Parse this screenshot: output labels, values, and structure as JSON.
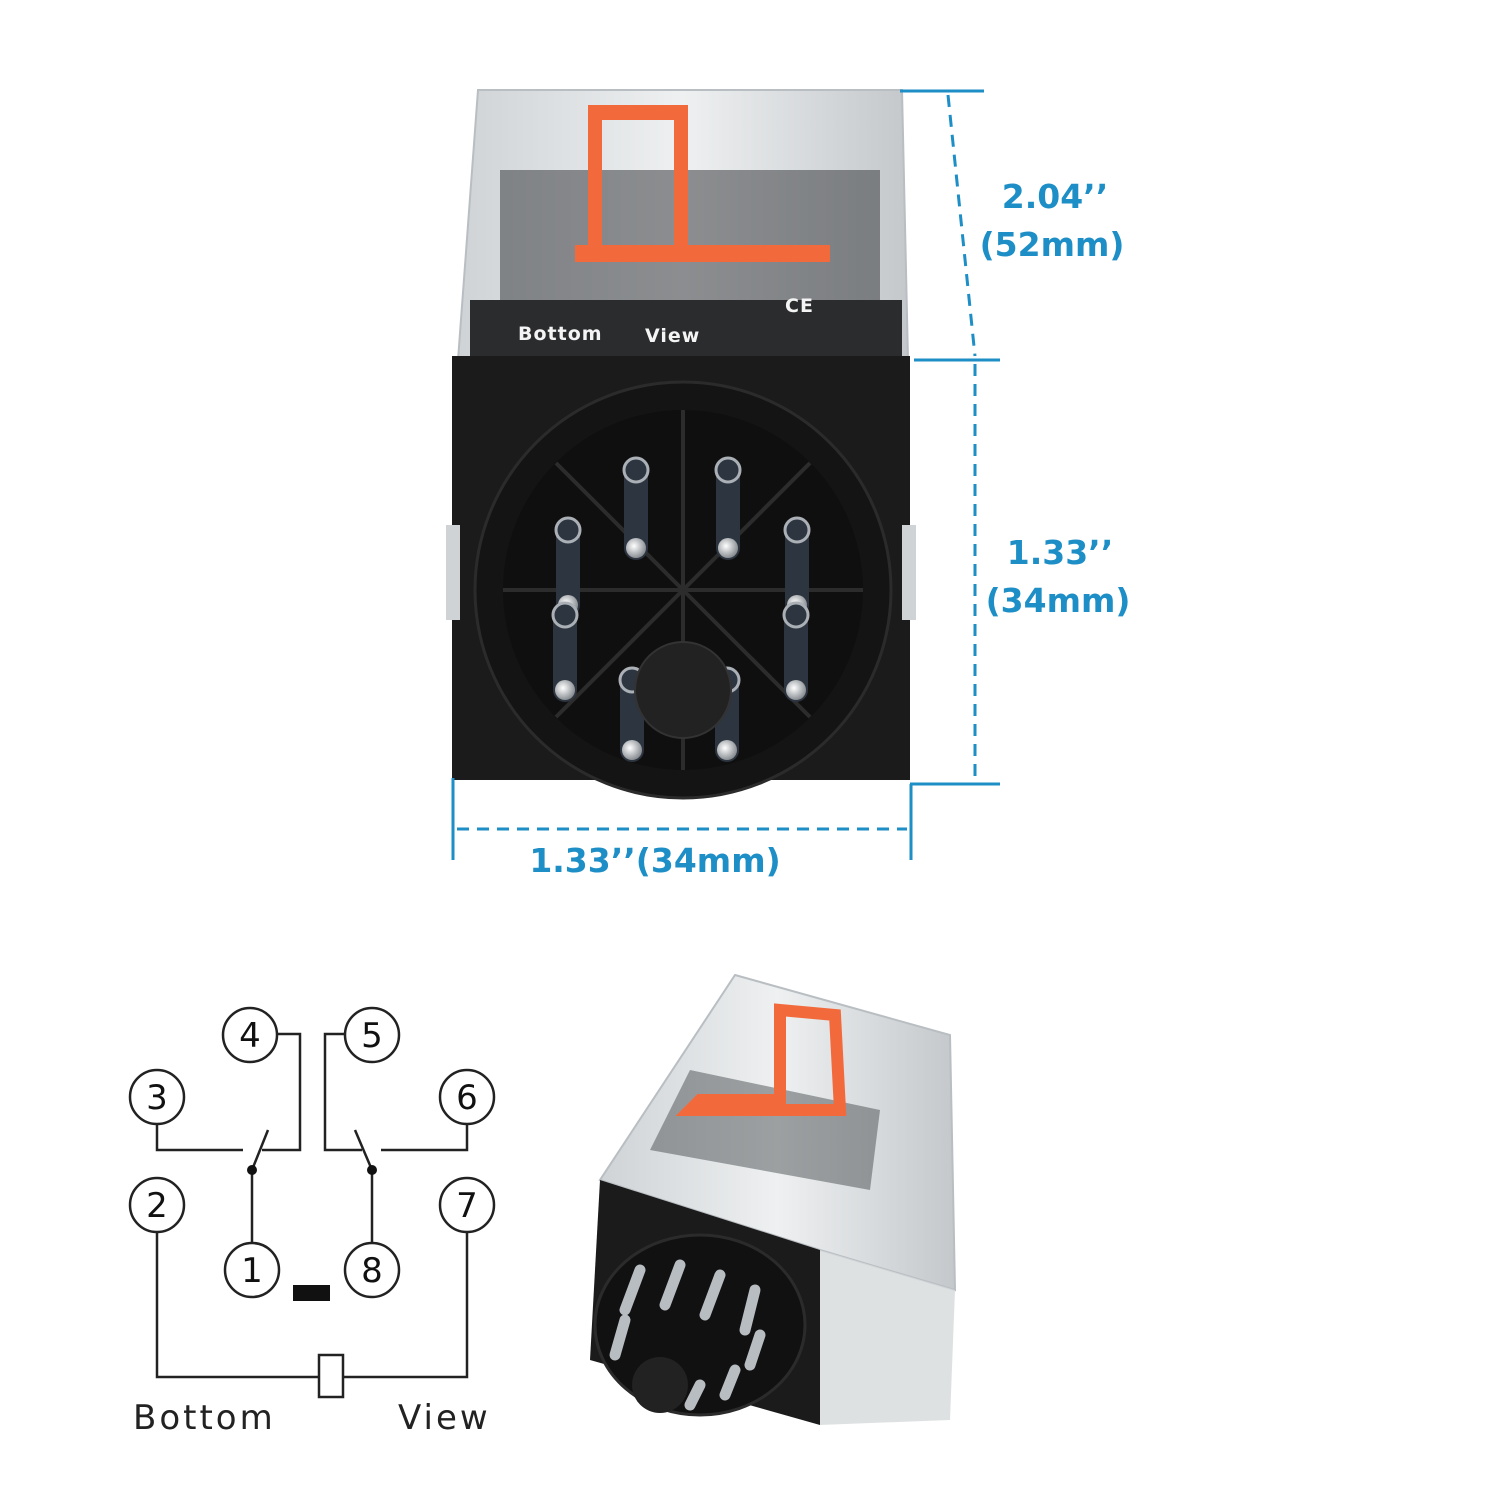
{
  "colors": {
    "dimension": "#1d8ec6",
    "relay_base": "#1b1b1b",
    "actuator": "#f26a3c",
    "diagram_line": "#222222"
  },
  "dimensions": {
    "height_in": "2.04’’",
    "height_mm": "(52mm)",
    "depth_in": "1.33’’",
    "depth_mm": "(34mm)",
    "width": "1.33’’(34mm)"
  },
  "relay_print": {
    "label_left": "Bottom",
    "label_right": "View"
  },
  "wiring_diagram": {
    "pins": [
      "1",
      "2",
      "3",
      "4",
      "5",
      "6",
      "7",
      "8"
    ],
    "caption_left": "Bottom",
    "caption_right": "View"
  }
}
